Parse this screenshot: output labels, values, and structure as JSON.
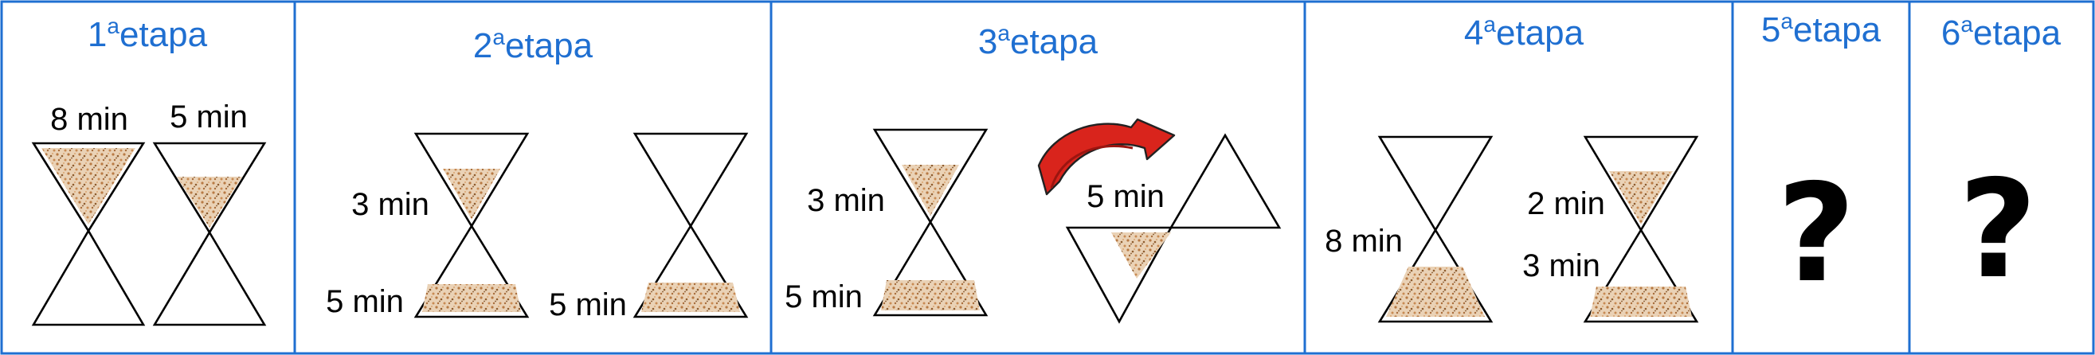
{
  "colors": {
    "title": "#1f6fd1",
    "border": "#1f6fd1",
    "sand": "#c8905a",
    "sand_dark": "#9a6a3c",
    "arrow": "#d9241c"
  },
  "stages": [
    {
      "num": "1",
      "sup": "a",
      "word": "etapa",
      "labels": [
        "8 min",
        "5 min"
      ]
    },
    {
      "num": "2",
      "sup": "a",
      "word": "etapa",
      "labels": [
        "3 min",
        "5 min",
        "5 min"
      ]
    },
    {
      "num": "3",
      "sup": "a",
      "word": "etapa",
      "labels": [
        "3 min",
        "5 min",
        "5 min"
      ],
      "icon": "rotate-arrow-icon"
    },
    {
      "num": "4",
      "sup": "a",
      "word": "etapa",
      "labels": [
        "8 min",
        "2 min",
        "3 min"
      ]
    },
    {
      "num": "5",
      "sup": "a",
      "word": "etapa",
      "mark": "?"
    },
    {
      "num": "6",
      "sup": "a",
      "word": "etapa",
      "mark": "?"
    }
  ]
}
